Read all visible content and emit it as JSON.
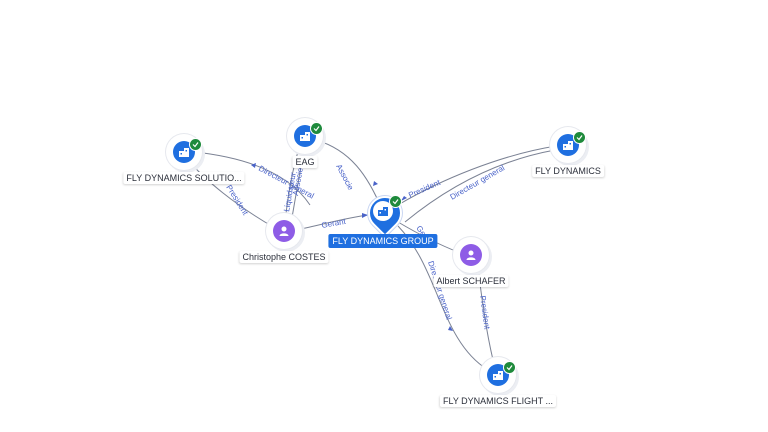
{
  "nodes": {
    "main": {
      "label": "FLY DYNAMICS GROUP",
      "type": "company",
      "icon": "company-icon",
      "verified": true
    },
    "eag": {
      "label": "EAG",
      "type": "company",
      "icon": "company-icon",
      "verified": true
    },
    "solutions": {
      "label": "FLY DYNAMICS SOLUTIO...",
      "type": "company",
      "icon": "company-icon",
      "verified": true
    },
    "flydynamics": {
      "label": "FLY DYNAMICS",
      "type": "company",
      "icon": "company-icon",
      "verified": true
    },
    "costes": {
      "label": "Christophe COSTES",
      "type": "person",
      "icon": "person-icon"
    },
    "schafer": {
      "label": "Albert SCHAFER",
      "type": "person",
      "icon": "person-icon"
    },
    "flight": {
      "label": "FLY DYNAMICS FLIGHT ...",
      "type": "company",
      "icon": "company-icon",
      "verified": true
    }
  },
  "edges": {
    "costes_main_gerant": "Gerant",
    "costes_solutions_dir": "Directeur general",
    "solutions_costes_pres": "President",
    "eag_costes_a": "Liquidateur",
    "eag_costes_b": "Associe",
    "eag_main": "Associe",
    "main_flydynamics_pres": "President",
    "flydynamics_main_dir": "Directeur general",
    "main_schafer_gerant": "Gerant",
    "main_flight_dir": "Directeur general",
    "schafer_flight_pres": "President"
  },
  "colors": {
    "company": "#1f6fe0",
    "person": "#8e5ce6",
    "verified": "#1e8a3c",
    "edge": "#7b8294",
    "edge_label": "#4a63c9"
  }
}
